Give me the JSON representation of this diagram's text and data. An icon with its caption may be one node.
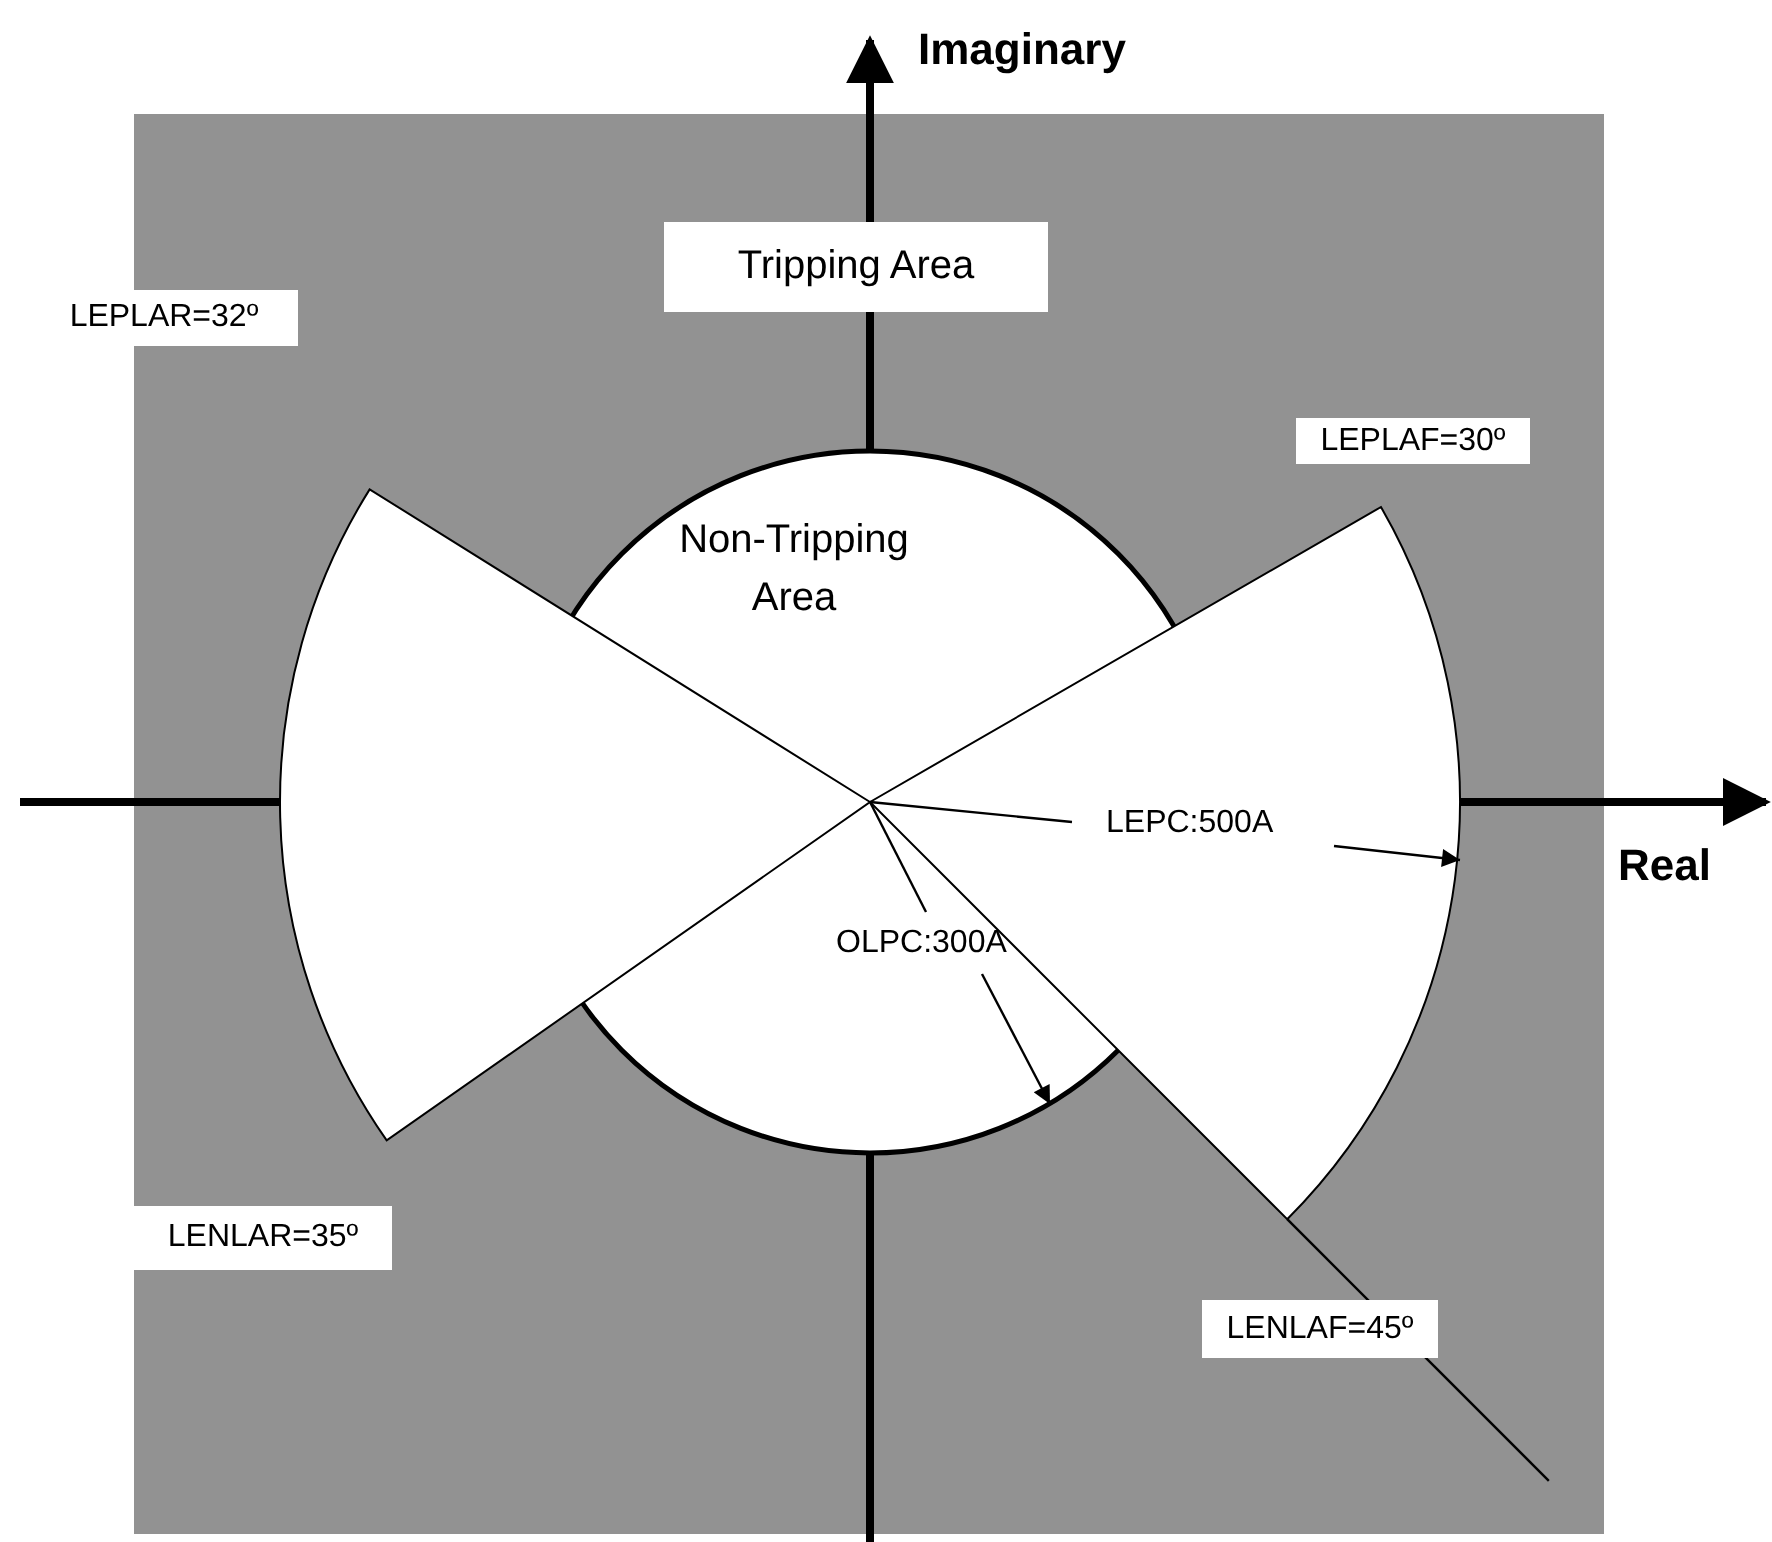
{
  "diagram": {
    "nodes": [
      {
        "text": [
          "Tripping Area"
        ]
      },
      {
        "text": [
          "LEPLAR=32º"
        ]
      },
      {
        "text": [
          "LEPLAF=30º"
        ]
      },
      {
        "text": [
          "Non-Tripping Area"
        ]
      },
      {
        "text": [
          "LENLAR=35º"
        ]
      },
      {
        "text": [
          "LENLAF=45º"
        ]
      }
    ],
    "labels": [
      "Imaginary",
      "LEPC:500A",
      "Real",
      "OLPC:300A"
    ]
  }
}
